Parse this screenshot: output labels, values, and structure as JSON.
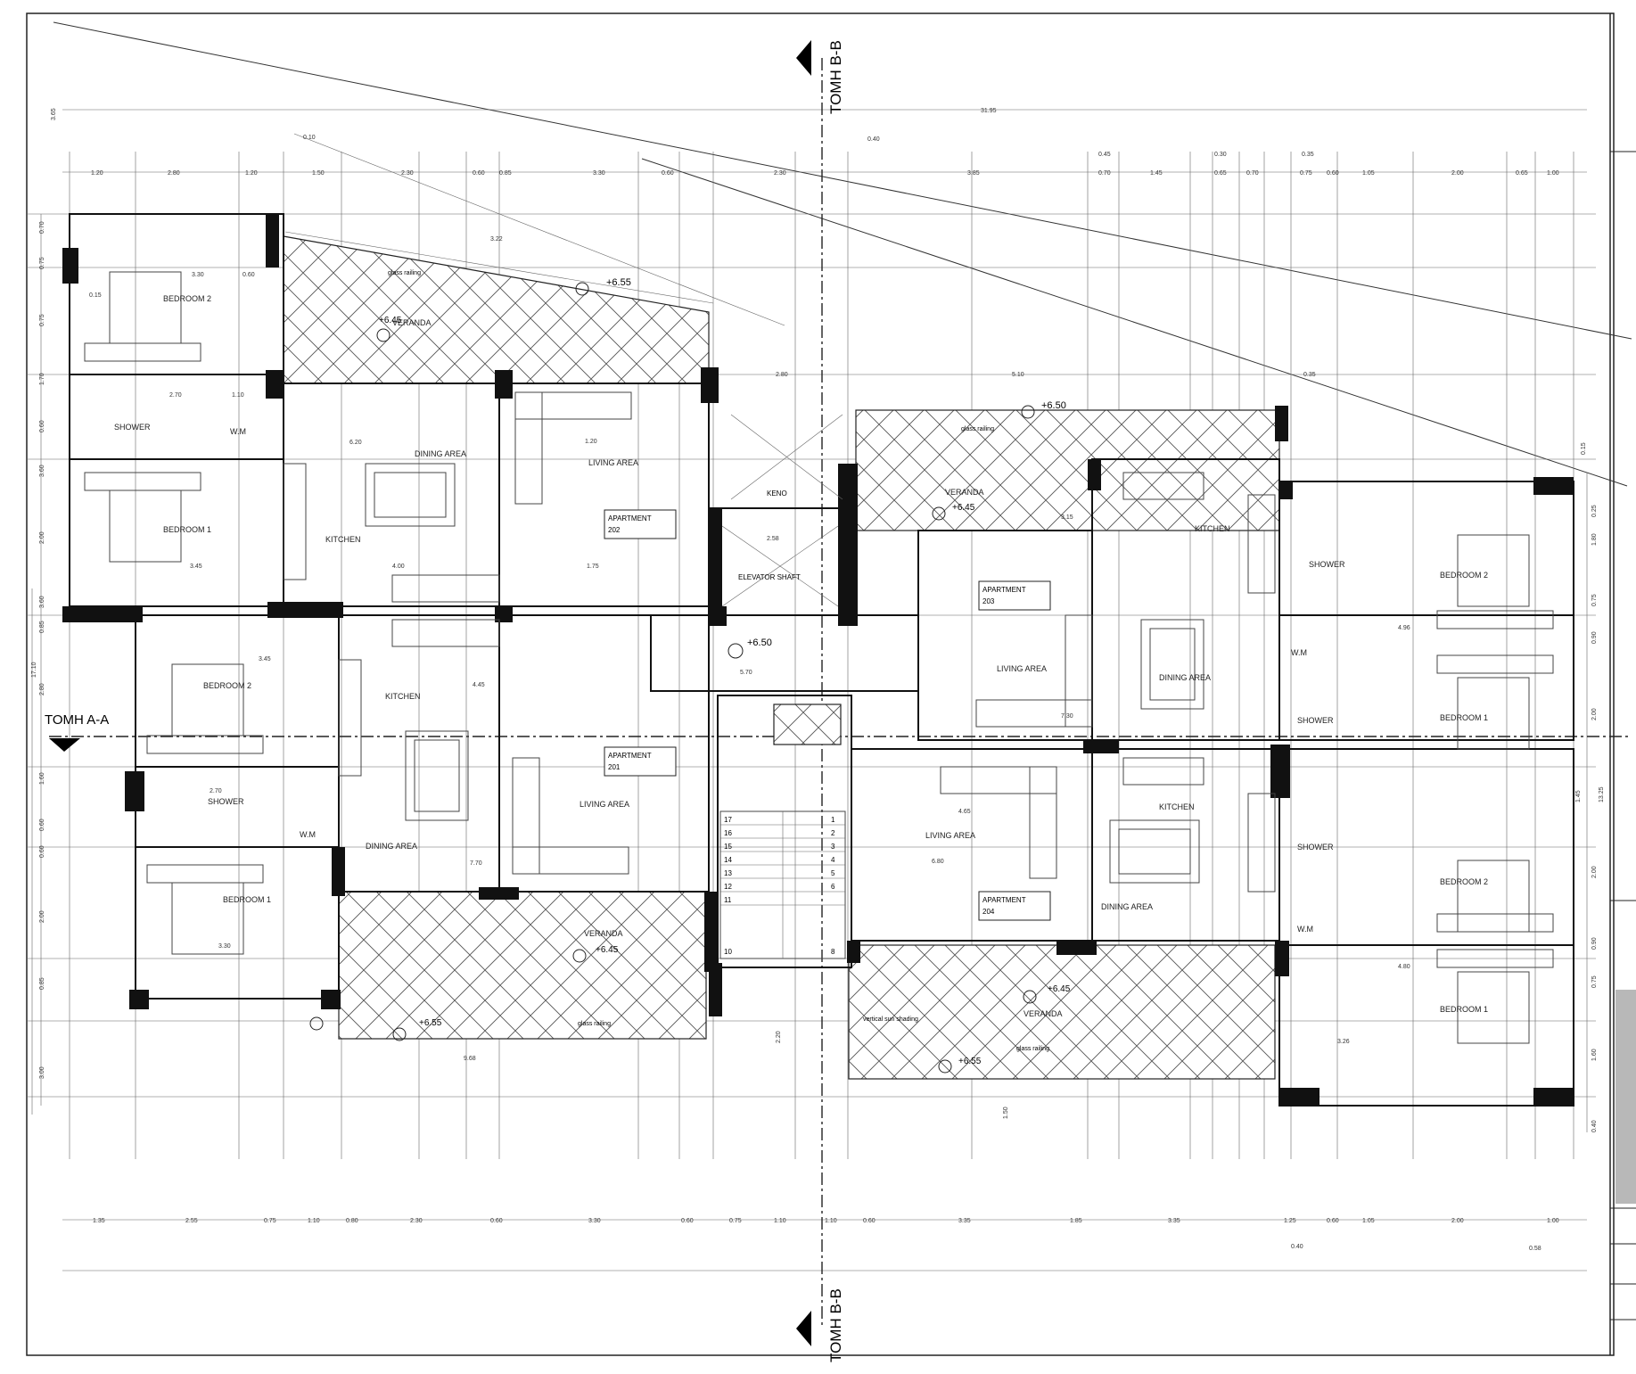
{
  "sections": {
    "bb_top": "TOMH B-B",
    "bb_bottom": "TOMH B-B",
    "aa": "TOMH A-A"
  },
  "overall_dims": {
    "top_total": "31.95",
    "top_left_offset": "3.65",
    "left_total": "17.10",
    "right_total": "13.25"
  },
  "apartments": {
    "a201": {
      "label_line1": "APARTMENT",
      "label_line2": "201"
    },
    "a202": {
      "label_line1": "APARTMENT",
      "label_line2": "202"
    },
    "a203": {
      "label_line1": "APARTMENT",
      "label_line2": "203"
    },
    "a204": {
      "label_line1": "APARTMENT",
      "label_line2": "204"
    }
  },
  "rooms": {
    "bedroom2_tl": "BEDROOM 2",
    "bedroom1_tl": "BEDROOM 1",
    "shower_tl": "SHOWER",
    "wm_tl": "W.M",
    "dining_202": "DINING AREA",
    "kitchen_202": "KITCHEN",
    "living_202": "LIVING AREA",
    "veranda_tl": "VERANDA",
    "glass_tl": "glass railing",
    "bedroom2_ml": "BEDROOM 2",
    "kitchen_201": "KITCHEN",
    "shower_ml": "SHOWER",
    "wm_ml": "W.M",
    "bedroom1_bl": "BEDROOM 1",
    "dining_201": "DINING AREA",
    "living_201": "LIVING AREA",
    "veranda_bl": "VERANDA",
    "glass_bl": "glass railing",
    "void_label": "KENO",
    "elevator": "ELEVATOR SHAFT",
    "veranda_tr": "VERANDA",
    "glass_tr": "glass railing",
    "kitchen_203": "KITCHEN",
    "living_203": "LIVING AREA",
    "dining_203": "DINING AREA",
    "shower_tr": "SHOWER",
    "wm_tr": "W.M",
    "bedroom2_tr": "BEDROOM 2",
    "bedroom1_tr": "BEDROOM 1",
    "shower_mr": "SHOWER",
    "living_204": "LIVING AREA",
    "kitchen_204": "KITCHEN",
    "dining_204": "DINING AREA",
    "shower_br": "SHOWER",
    "wm_br": "W.M",
    "bedroom2_br": "BEDROOM 2",
    "bedroom1_br": "BEDROOM 1",
    "veranda_br": "VERANDA",
    "glass_br": "glass railing",
    "vertical_sun": "vertical sun shading"
  },
  "levels": {
    "l655": "+6.55",
    "l645_tl": "+6.45",
    "l650_mid": "+6.50",
    "l650_tr": "+6.50",
    "l645_tr": "+6.45",
    "l645_bl": "+6.45",
    "l655_bl": "+6.55",
    "l645_br": "+6.45",
    "l655_br": "+6.55"
  },
  "dims": {
    "top_row": [
      "1.20",
      "2.80",
      "1.20",
      "1.50",
      "2.30",
      "0.60",
      "0.85",
      "3.30",
      "0.60",
      "2.30",
      "3.85",
      "0.70",
      "1.45",
      "0.65",
      "0.70",
      "0.75",
      "0.60",
      "1.05",
      "2.00",
      "0.65",
      "1.00"
    ],
    "bottom_row": [
      "1.35",
      "2.55",
      "0.75",
      "1.10",
      "0.80",
      "2.30",
      "0.60",
      "3.30",
      "0.60",
      "0.75",
      "1.10",
      "1.10",
      "0.60",
      "3.35",
      "1.85",
      "3.35",
      "1.25",
      "0.60",
      "1.05",
      "2.00",
      "1.00"
    ],
    "left_col": [
      "0.70",
      "0.75",
      "0.75",
      "1.70",
      "0.60",
      "3.60",
      "2.00",
      "3.60",
      "0.85",
      "2.80",
      "1.60",
      "0.60",
      "0.60",
      "2.00",
      "0.85",
      "3.00"
    ],
    "right_col": [
      "0.25",
      "1.80",
      "0.75",
      "0.90",
      "2.00",
      "1.45",
      "2.00",
      "0.90",
      "0.75",
      "1.60",
      "0.40"
    ],
    "inner": {
      "d330": "3.30",
      "d060a": "0.60",
      "d015": "0.15",
      "d270a": "2.70",
      "d110a": "1.10",
      "d620": "6.20",
      "d345a": "3.45",
      "d400": "4.00",
      "d120": "1.20",
      "d175a": "1.75",
      "d258": "2.58",
      "d280": "2.80",
      "d510": "5.10",
      "d035": "0.35",
      "d345b": "3.45",
      "d445": "4.45",
      "d570": "5.70",
      "d270b": "2.70",
      "d330b": "3.30",
      "d770": "7.70",
      "d680": "6.80",
      "d465": "4.65",
      "d315": "3.15",
      "d496": "4.96",
      "d730": "7.30",
      "d480": "4.80",
      "d326": "3.26",
      "d968": "9.68",
      "d220": "2.20",
      "d322": "3.22",
      "d015b": "0.15",
      "d010": "0.10",
      "d040": "0.40",
      "d045": "0.45",
      "d030": "0.30",
      "d036": "0.35",
      "d040b": "0.40",
      "d058": "0.58",
      "d150": "1.50"
    }
  },
  "stairs": [
    "17",
    "16",
    "15",
    "14",
    "13",
    "12",
    "11",
    "10",
    "1",
    "2",
    "3",
    "4",
    "5",
    "6",
    "8"
  ]
}
